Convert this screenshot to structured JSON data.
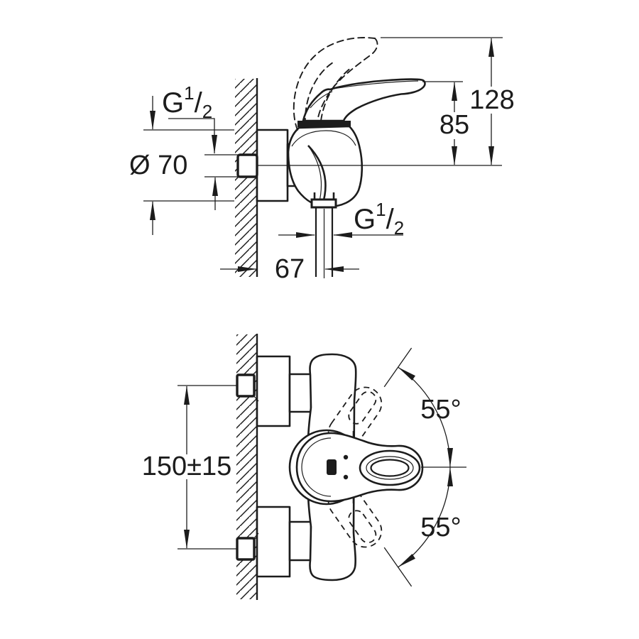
{
  "colors": {
    "ink": "#1c1c1c",
    "paper": "#ffffff"
  },
  "side_view": {
    "wall_thread": {
      "letter": "G",
      "numerator": "1",
      "slash": "/",
      "denominator": "2"
    },
    "escutcheon_diameter": "Ø 70",
    "lever_height": "85",
    "open_height": "128",
    "hose_thread": {
      "letter": "G",
      "numerator": "1",
      "slash": "/",
      "denominator": "2"
    },
    "hose_offset": "67"
  },
  "front_view": {
    "connection_spacing": "150±15",
    "handle_swing_upper": "55°",
    "handle_swing_lower": "55°"
  }
}
